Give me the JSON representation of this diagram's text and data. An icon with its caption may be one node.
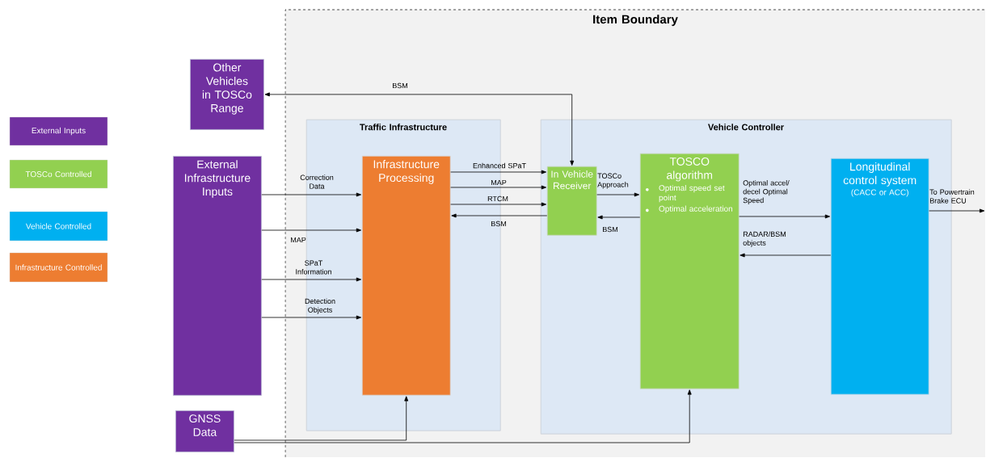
{
  "diagram": {
    "nodes": [
      {
        "text": [
          "Item Boundary"
        ]
      },
      {
        "text": [
          "Other Vehicles in TOSCo Range"
        ]
      },
      {
        "text": [
          "Traffic Infrastructure"
        ],
        "in": 0
      },
      {
        "text": [
          "Vehicle Controller"
        ],
        "in": 0
      },
      {
        "text": [
          "External Infrastructure Inputs"
        ]
      },
      {
        "text": [
          "Infrastructure Processing"
        ],
        "in": 2
      },
      {
        "text": [
          "In Vehicle Receiver"
        ],
        "in": 3
      },
      {
        "text": [
          "TOSCO algorithm",
          "Optimal speed set point",
          "Optimal acceleration"
        ],
        "in": 3
      },
      {
        "text": [
          "Longitudinal control system",
          "(CACC or ACC)"
        ],
        "in": 3
      },
      {
        "text": [
          "GNSS Data"
        ]
      }
    ],
    "edges": [
      {
        "from": 6,
        "to": 1,
        "arrow": "both",
        "label": "BSM"
      },
      {
        "from": 4,
        "to": 5,
        "arrow": "to",
        "label": "Correction Data"
      },
      {
        "from": 4,
        "to": 5,
        "arrow": "to",
        "label": "MAP"
      },
      {
        "from": 4,
        "to": 5,
        "arrow": "to",
        "label": "SPaT Information"
      },
      {
        "from": 4,
        "to": 5,
        "arrow": "to",
        "label": "Detection Objects"
      },
      {
        "from": 5,
        "to": 6,
        "arrow": "to",
        "label": "Enhanced SPaT"
      },
      {
        "from": 5,
        "to": 6,
        "arrow": "to",
        "label": "MAP"
      },
      {
        "from": 5,
        "to": 6,
        "arrow": "to",
        "label": "RTCM"
      },
      {
        "from": 6,
        "to": 5,
        "arrow": "to",
        "label": "BSM"
      },
      {
        "from": 6,
        "to": 7,
        "arrow": "to",
        "label": "TOSCo Approach"
      },
      {
        "from": 7,
        "to": 6,
        "arrow": "to",
        "label": "BSM"
      },
      {
        "from": 7,
        "to": 8,
        "arrow": "to",
        "label": "Optimal accel/ decel Optimal Speed"
      },
      {
        "from": 8,
        "to": 7,
        "arrow": "to",
        "label": "RADAR/BSM objects"
      },
      {
        "from": 8,
        "to": null,
        "arrow": "to",
        "label": "To Powertrain Brake ECU"
      },
      {
        "from": 9,
        "to": 5,
        "arrow": "to"
      },
      {
        "from": 9,
        "to": 7,
        "arrow": "to"
      }
    ],
    "legend": [
      {
        "text": "External Inputs",
        "color": "#7030a0"
      },
      {
        "text": "TOSCo Controlled",
        "color": "#92d050"
      },
      {
        "text": "Vehicle Controlled",
        "color": "#00b0f0"
      },
      {
        "text": "Infrastructure Controlled",
        "color": "#ed7d31"
      }
    ]
  }
}
